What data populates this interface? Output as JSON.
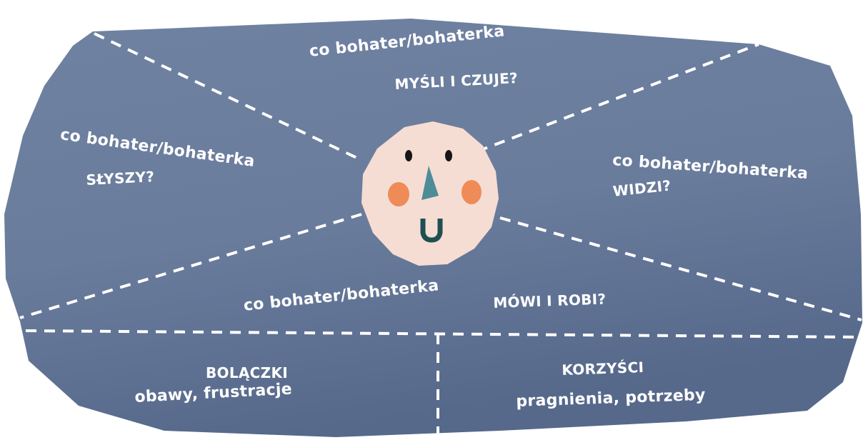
{
  "colors": {
    "board": "#6a7c9d",
    "board_dark": "#566a8c",
    "face": "#f5ddd3",
    "cheek": "#ef8b56",
    "nose": "#4e8c98",
    "mouth": "#1f4f52",
    "eyes": "#161616",
    "text": "#ffffff",
    "dash": "#ffffff"
  },
  "sections": {
    "think_feel": {
      "line1": "co bohater/bohaterka",
      "line2": "MYŚLI I CZUJE?"
    },
    "hear": {
      "line1": "co bohater/bohaterka",
      "line2": "SŁYSZY?"
    },
    "see": {
      "line1": "co bohater/bohaterka",
      "line2": "WIDZI?"
    },
    "say_do": {
      "line1": "co bohater/bohaterka",
      "line2": "MÓWI I ROBI?"
    },
    "pains": {
      "title": "BOLĄCZKI",
      "subtitle": "obawy, frustracje"
    },
    "gains": {
      "title": "KORZYŚCI",
      "subtitle": "pragnienia, potrzeby"
    }
  }
}
